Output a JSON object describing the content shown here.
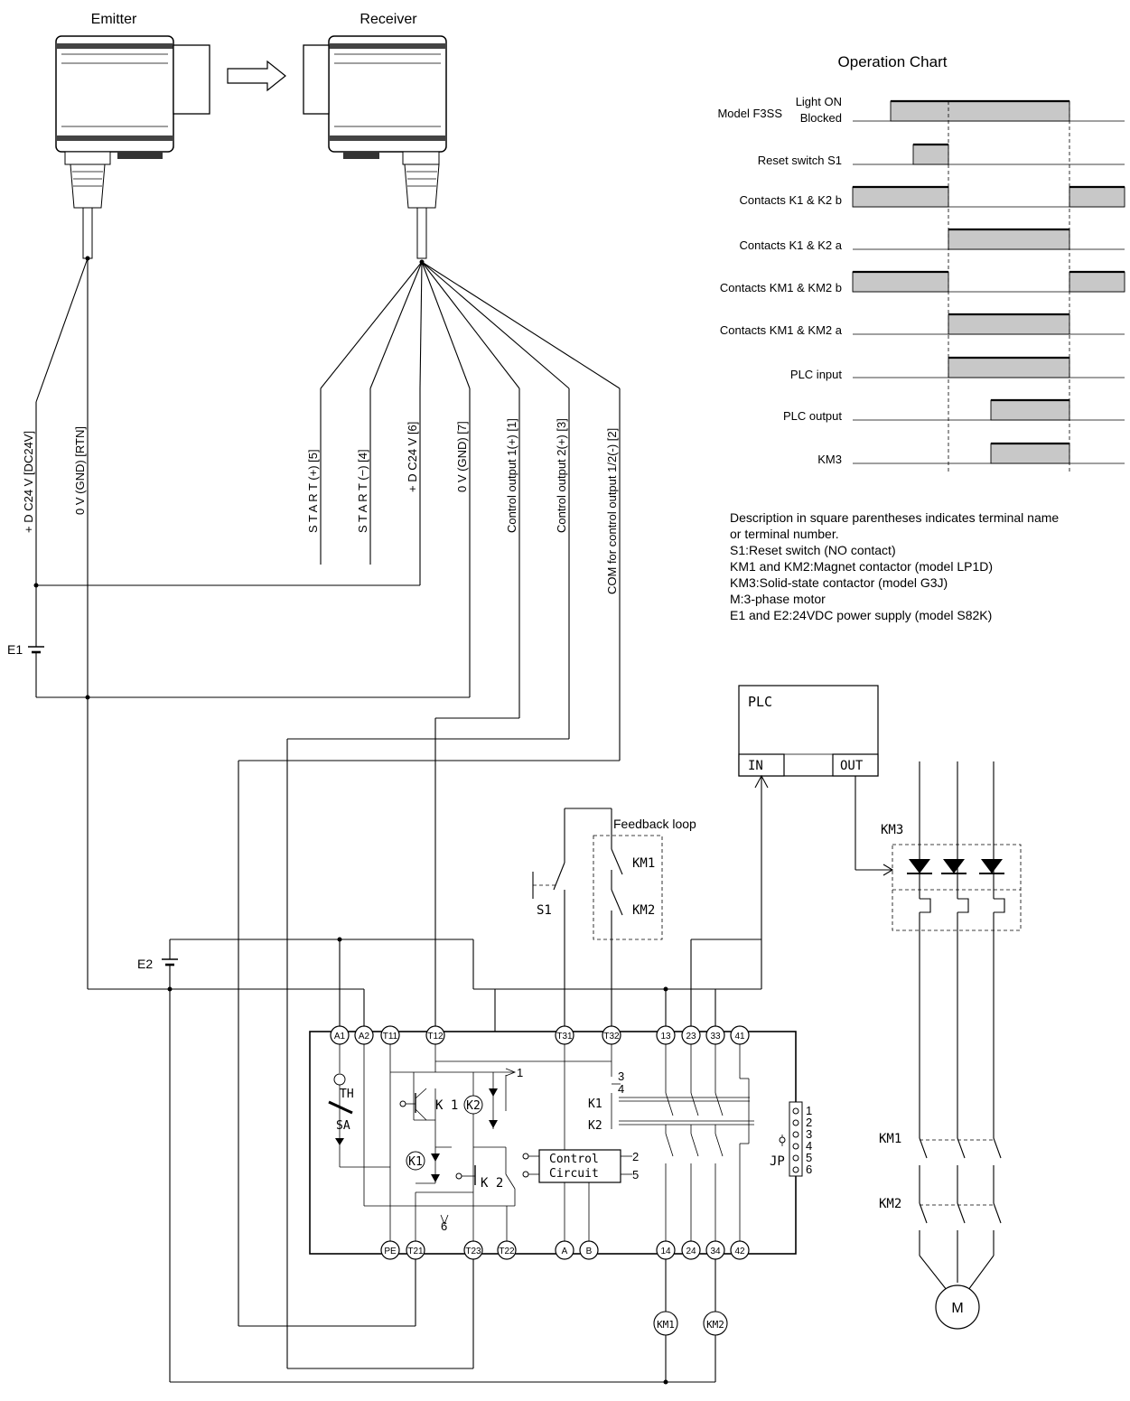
{
  "devices": {
    "emitter": "Emitter",
    "receiver": "Receiver"
  },
  "wires": {
    "emitter_dc": "+ D C24 V [DC24V]",
    "emitter_gnd": "0 V (GND) [RTN]",
    "start_plus": "S T A R T (+) [5]",
    "start_minus": "S T A R T (−) [4]",
    "dc24": "+ D C24 V [6]",
    "gnd": "0 V (GND) [7]",
    "ctrl1": "Control output 1(+) [1]",
    "ctrl2": "Control output 2(+) [3]",
    "com": "COM for control output 1/2(-) [2]"
  },
  "chart": {
    "title": "Operation Chart",
    "rows": [
      {
        "label": "Model F3SS",
        "sub1": "Light ON",
        "sub2": "Blocked"
      },
      {
        "label": "Reset switch  S1"
      },
      {
        "label": "Contacts K1 & K2 b"
      },
      {
        "label": "Contacts K1 & K2 a"
      },
      {
        "label": "Contacts KM1 & KM2 b"
      },
      {
        "label": "Contacts KM1 & KM2 a"
      },
      {
        "label": "PLC input"
      },
      {
        "label": "PLC output"
      },
      {
        "label": "KM3"
      }
    ]
  },
  "notes": [
    "Description in square parentheses indicates terminal name",
    "or terminal number.",
    "S1:Reset switch (NO contact)",
    "KM1 and KM2:Magnet contactor (model LP1D)",
    "KM3:Solid-state contactor (model G3J)",
    "M:3-phase motor",
    "E1 and E2:24VDC power supply (model S82K)"
  ],
  "labels": {
    "e1": "E1",
    "e2": "E2",
    "plc": "PLC",
    "plc_in": "IN",
    "plc_out": "OUT",
    "feedback": "Feedback loop",
    "km1": "KM1",
    "km2": "KM2",
    "km3": "KM3",
    "s1": "S1",
    "motor": "M",
    "control1": "Control",
    "control2": "Circuit",
    "th": "TH",
    "sa": "SA",
    "jp": "JP",
    "k1": "K 1",
    "k2": "K 2",
    "k1c": "K1",
    "k2c": "K2"
  },
  "terminals_top": [
    "A1",
    "A2",
    "T11",
    "T12",
    "T31",
    "T32",
    "13",
    "23",
    "33",
    "41"
  ],
  "terminals_bottom": [
    "PE",
    "T21",
    "T23",
    "T22",
    "A",
    "B",
    "14",
    "24",
    "34",
    "42"
  ],
  "jp_numbers": [
    "1",
    "2",
    "3",
    "4",
    "5",
    "6"
  ],
  "misc_numbers": {
    "n1": "1",
    "n2": "2",
    "n3": "3",
    "n4": "4",
    "n5": "5",
    "n6": "6"
  }
}
